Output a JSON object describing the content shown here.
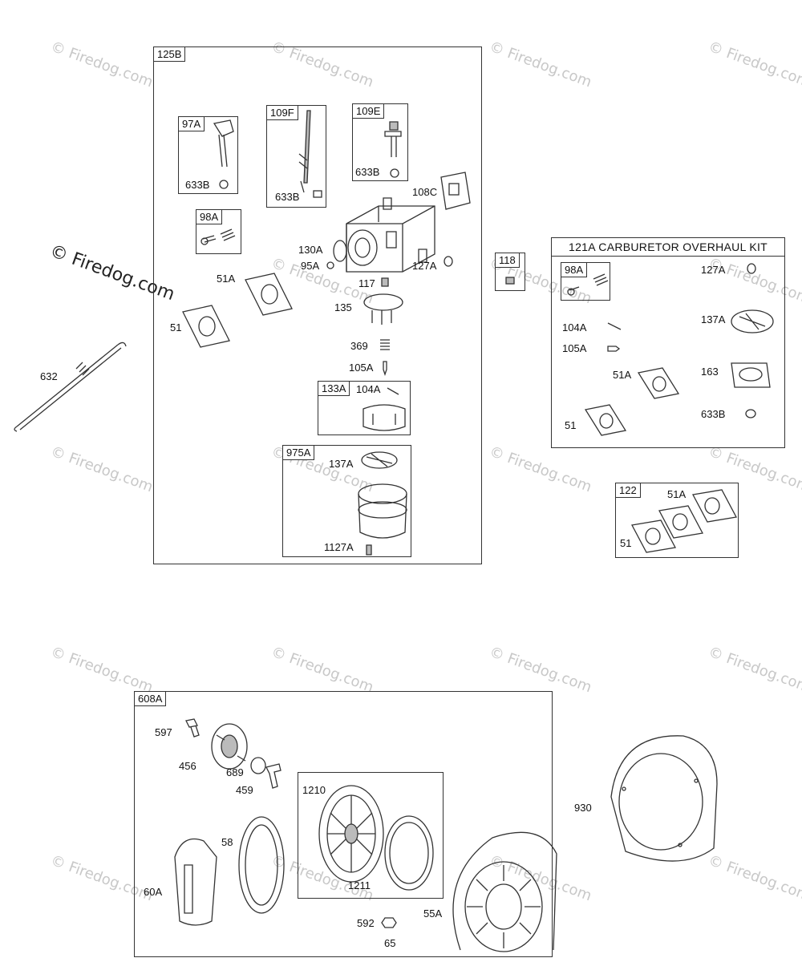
{
  "watermark": {
    "text": "© Firedog.com",
    "bold_text": "© Firedog.com"
  },
  "top_group": {
    "box_label": "125B",
    "sub97A": {
      "label": "97A",
      "part": "633B"
    },
    "sub109F": {
      "label": "109F",
      "part": "633B"
    },
    "sub109E": {
      "label": "109E",
      "part": "633B"
    },
    "sub98A": {
      "label": "98A"
    },
    "parts": {
      "p108C": "108C",
      "p130A": "130A",
      "p95A": "95A",
      "p127A": "127A",
      "p51A": "51A",
      "p51": "51",
      "p117": "117",
      "p135": "135",
      "p369": "369",
      "p105A": "105A"
    },
    "sub133A": {
      "label": "133A",
      "part": "104A"
    },
    "sub975A": {
      "label": "975A",
      "part1": "137A",
      "part2": "1127A"
    }
  },
  "left_part": {
    "label": "632"
  },
  "part118": {
    "label": "118"
  },
  "kit121A": {
    "title": "121A CARBURETOR OVERHAUL KIT",
    "sub98A": "98A",
    "p127A": "127A",
    "p137A": "137A",
    "p104A": "104A",
    "p105A": "105A",
    "p51A": "51A",
    "p163": "163",
    "p633B": "633B",
    "p51": "51"
  },
  "box122": {
    "label": "122",
    "p51A": "51A",
    "p51": "51"
  },
  "bottom_group": {
    "box_label": "608A",
    "p597": "597",
    "p456": "456",
    "p689": "689",
    "p459": "459",
    "p58": "58",
    "p60A": "60A",
    "p592": "592",
    "p55A": "55A",
    "p65": "65",
    "sub": {
      "p1210": "1210",
      "p1211": "1211"
    }
  },
  "part930": {
    "label": "930"
  }
}
